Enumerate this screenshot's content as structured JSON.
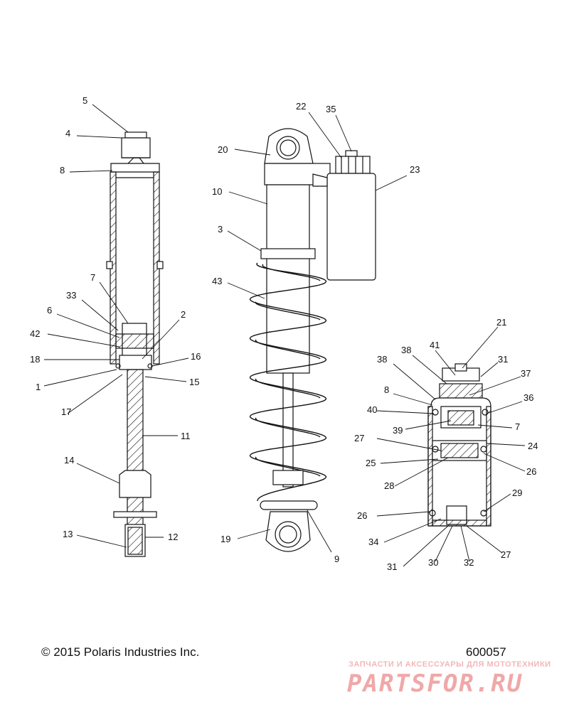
{
  "footer": {
    "copyright": "© 2015 Polaris Industries Inc.",
    "diagram_number": "600057"
  },
  "watermark": {
    "tagline": "ЗАПЧАСТИ И АКСЕССУАРЫ ДЛЯ МОТОТЕХНИКИ",
    "brand": "PARTSFOR.RU",
    "color": "#f0a8a8"
  },
  "callouts": {
    "left": [
      "5",
      "4",
      "8",
      "7",
      "33",
      "6",
      "42",
      "18",
      "1",
      "17",
      "2",
      "16",
      "15",
      "11",
      "14",
      "13",
      "12"
    ],
    "center": [
      "22",
      "35",
      "20",
      "23",
      "10",
      "3",
      "43",
      "19",
      "9"
    ],
    "right": [
      "21",
      "41",
      "38",
      "31",
      "38b",
      "37",
      "8",
      "36",
      "40",
      "39",
      "7",
      "27",
      "24",
      "25",
      "26",
      "28",
      "29",
      "26b",
      "34",
      "31b",
      "30",
      "32",
      "27b"
    ]
  },
  "labels": {
    "l5": "5",
    "l4": "4",
    "l8": "8",
    "l7": "7",
    "l33": "33",
    "l6": "6",
    "l42": "42",
    "l18": "18",
    "l1": "1",
    "l17": "17",
    "l2": "2",
    "l16": "16",
    "l15": "15",
    "l11": "11",
    "l14": "14",
    "l13": "13",
    "l12": "12",
    "c22": "22",
    "c35": "35",
    "c20": "20",
    "c23": "23",
    "c10": "10",
    "c3": "3",
    "c43": "43",
    "c19": "19",
    "c9": "9",
    "r21": "21",
    "r41": "41",
    "r38": "38",
    "r31": "31",
    "r38b": "38",
    "r37": "37",
    "r8": "8",
    "r36": "36",
    "r40": "40",
    "r39": "39",
    "r7": "7",
    "r27": "27",
    "r24": "24",
    "r25": "25",
    "r26": "26",
    "r28": "28",
    "r29": "29",
    "r26b": "26",
    "r34": "34",
    "r31b": "31",
    "r30": "30",
    "r32": "32",
    "r27b": "27"
  }
}
